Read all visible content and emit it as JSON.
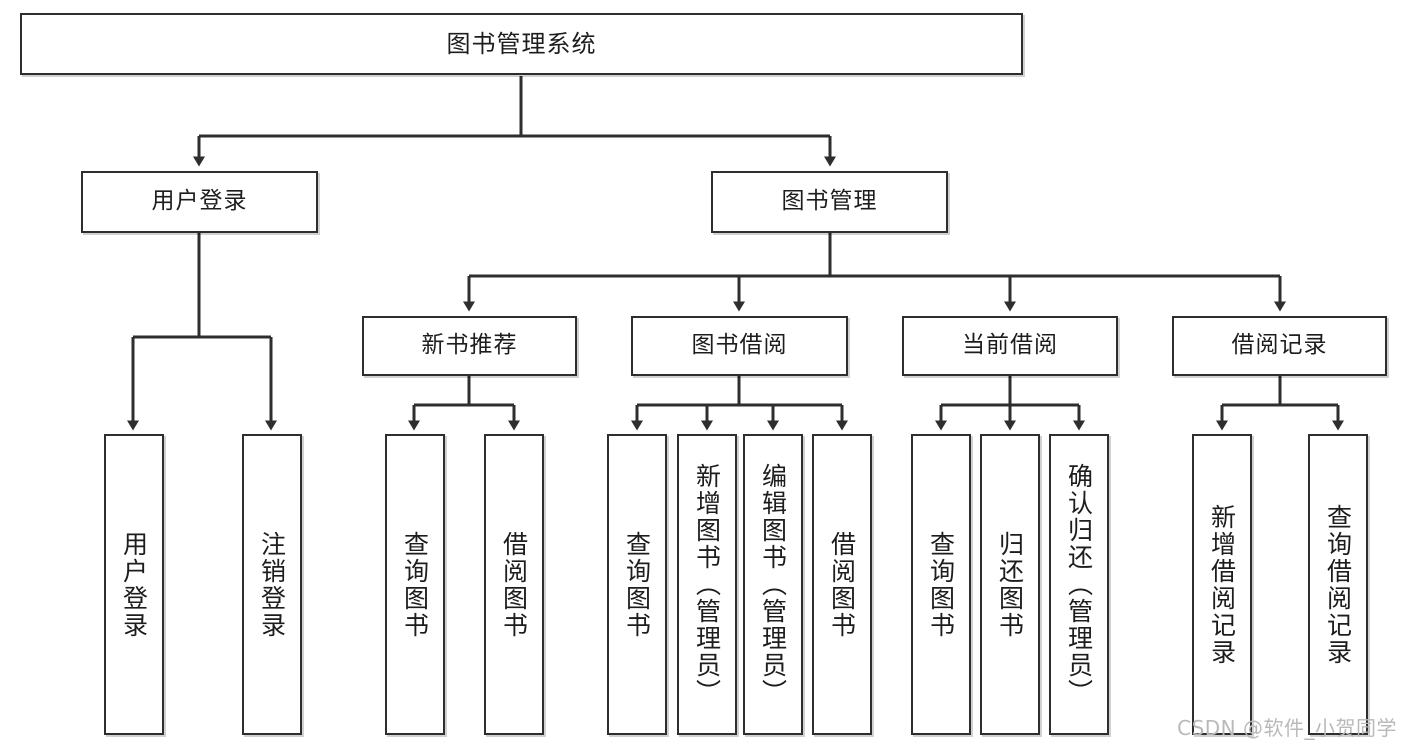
{
  "diagram": {
    "title": "图书管理系统",
    "type": "tree-hierarchy-chart",
    "watermark": "CSDN @软件_小贺同学",
    "colors": {
      "border": "#2e2e2e",
      "text": "#1d1d1d",
      "background": "#ffffff",
      "watermark": "#b9b9b9"
    },
    "levels": {
      "root": {
        "label": "图书管理系统"
      },
      "level2": [
        {
          "id": "user-login",
          "label": "用户登录"
        },
        {
          "id": "book-manage",
          "label": "图书管理"
        }
      ],
      "level3": [
        {
          "id": "new-book-rec",
          "label": "新书推荐",
          "parent": "book-manage"
        },
        {
          "id": "book-borrow",
          "label": "图书借阅",
          "parent": "book-manage"
        },
        {
          "id": "current-borrow",
          "label": "当前借阅",
          "parent": "book-manage"
        },
        {
          "id": "borrow-record",
          "label": "借阅记录",
          "parent": "book-manage"
        }
      ],
      "leaves": [
        {
          "id": "leaf-user-login",
          "label": "用户登录",
          "parent": "user-login"
        },
        {
          "id": "leaf-logout",
          "label": "注销登录",
          "parent": "user-login"
        },
        {
          "id": "leaf-query-book-1",
          "label": "查询图书",
          "parent": "new-book-rec"
        },
        {
          "id": "leaf-borrow-book-1",
          "label": "借阅图书",
          "parent": "new-book-rec"
        },
        {
          "id": "leaf-query-book-2",
          "label": "查询图书",
          "parent": "book-borrow"
        },
        {
          "id": "leaf-add-book",
          "label": "新增图书（管理员）",
          "parent": "book-borrow"
        },
        {
          "id": "leaf-edit-book",
          "label": "编辑图书（管理员）",
          "parent": "book-borrow"
        },
        {
          "id": "leaf-borrow-book-2",
          "label": "借阅图书",
          "parent": "book-borrow"
        },
        {
          "id": "leaf-query-book-3",
          "label": "查询图书",
          "parent": "current-borrow"
        },
        {
          "id": "leaf-return-book",
          "label": "归还图书",
          "parent": "current-borrow"
        },
        {
          "id": "leaf-confirm-return",
          "label": "确认归还（管理员）",
          "parent": "current-borrow"
        },
        {
          "id": "leaf-add-record",
          "label": "新增借阅记录",
          "parent": "borrow-record"
        },
        {
          "id": "leaf-query-record",
          "label": "查询借阅记录",
          "parent": "borrow-record"
        }
      ]
    }
  }
}
